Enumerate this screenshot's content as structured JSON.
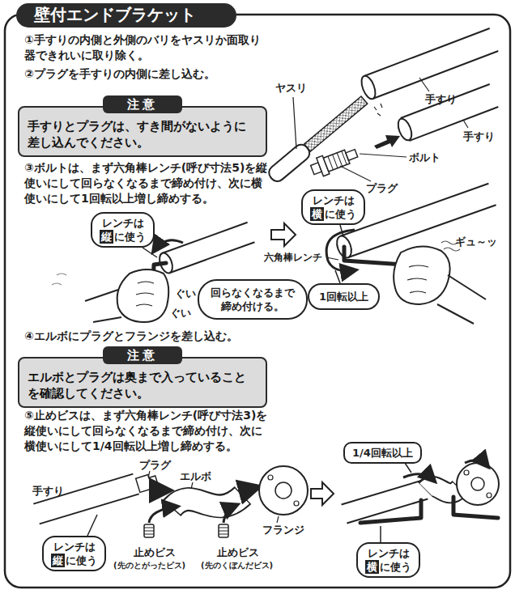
{
  "diagram": {
    "title": "壁付エンドブラケット",
    "nodes": [
      {
        "text": [
          "注意",
          "手すりとプラグは、すき間がないように差し込んでください。"
        ]
      },
      {
        "text": [
          "レンチは",
          "縦",
          "に使う"
        ]
      },
      {
        "text": [
          "回らなくなるまで締め付ける。"
        ]
      },
      {
        "text": [
          "レンチは",
          "横",
          "に使う"
        ]
      },
      {
        "text": [
          "1回転以上"
        ]
      },
      {
        "text": [
          "注意",
          "エルボとプラグは奥まで入っていることを確認してください。"
        ]
      },
      {
        "text": [
          "レンチは",
          "縦",
          "に使う"
        ]
      },
      {
        "text": [
          "1/4回転以上"
        ]
      },
      {
        "text": [
          "レンチは",
          "横",
          "に使う"
        ]
      }
    ],
    "labels": [
      "①手すりの内側と外側のバリをヤスリか面取り器できれいに取り除く。",
      "②プラグを手すりの内側に差し込む。",
      "③ボルトは、まず六角棒レンチ(呼び寸法5)を縦使いにして回らなくなるまで締め付け、次に横使いにして1回転以上増し締めする。",
      "④エルボにプラグとフランジを差し込む。",
      "⑤止めビスは、まず六角棒レンチ(呼び寸法3)を縦使いにして回らなくなるまで締め付け、次に横使いにして1/4回転以上増し締めする。",
      "ヤスリ",
      "手すり",
      "手すり",
      "ボルト",
      "プラグ",
      "六角棒レンチ",
      "ギュ～ッ",
      "ぐい",
      "ぐい",
      "プラグ",
      "エルボ",
      "手すり",
      "フランジ",
      "止めビス",
      "(先のとがったビス)",
      "止めビス",
      "(先のくぼんだビス)"
    ]
  }
}
